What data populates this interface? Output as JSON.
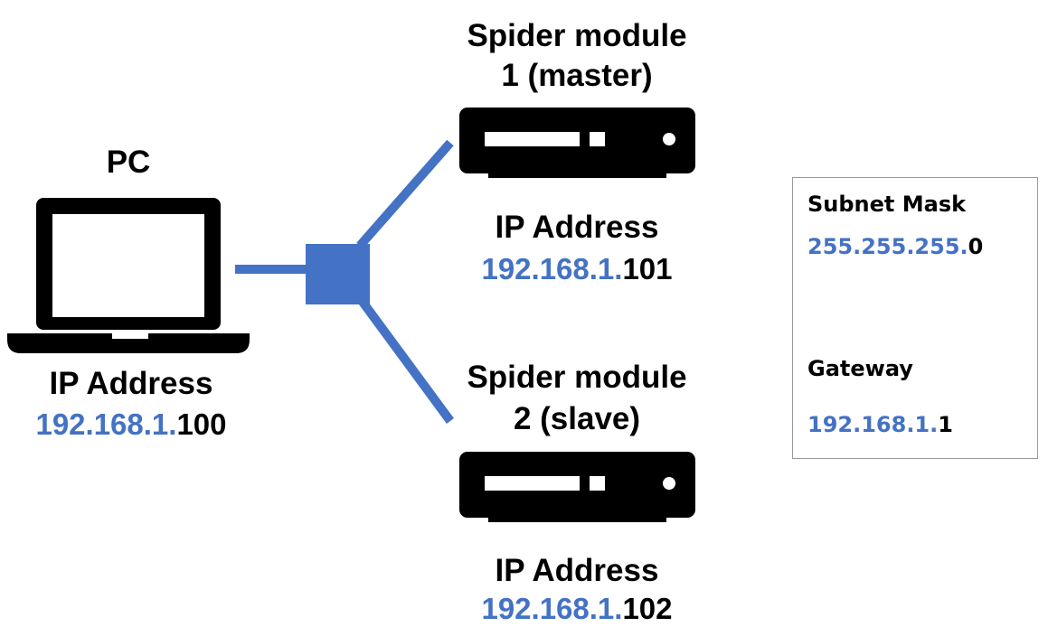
{
  "colors": {
    "link": "#4472c4",
    "device": "#000000",
    "text": "#000000",
    "ip_prefix": "#4472c4",
    "box_border": "#9a9a9a"
  },
  "pc": {
    "title": "PC",
    "icon": "laptop-icon",
    "ip_label": "IP Address",
    "ip_prefix": "192.168.1.",
    "ip_host": "100"
  },
  "switch": {
    "icon": "network-hub-icon"
  },
  "module1": {
    "title_line1": "Spider module",
    "title_line2": "1 (master)",
    "icon": "network-device-icon",
    "ip_label": "IP Address",
    "ip_prefix": "192.168.1.",
    "ip_host": "101"
  },
  "module2": {
    "title_line1": "Spider module",
    "title_line2": "2 (slave)",
    "icon": "network-device-icon",
    "ip_label": "IP Address",
    "ip_prefix": "192.168.1.",
    "ip_host": "102"
  },
  "network_info": {
    "subnet_label": "Subnet Mask",
    "subnet_prefix": "255.255.255.",
    "subnet_host": "0",
    "gateway_label": "Gateway",
    "gateway_prefix": "192.168.1.",
    "gateway_host": "1"
  }
}
